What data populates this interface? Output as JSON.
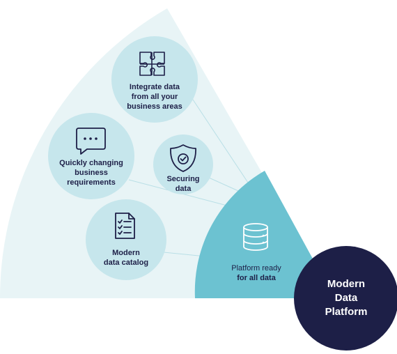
{
  "colors": {
    "fan_light": "#e8f4f6",
    "bubble": "#c6e6ec",
    "teal": "#6cc2d1",
    "navy": "#1d1f47",
    "connector": "#b9dfe6"
  },
  "bubbles": [
    {
      "icon": "puzzle-icon",
      "lines": [
        "Integrate data",
        "from all your",
        "business areas"
      ]
    },
    {
      "icon": "chat-bubble-icon",
      "lines": [
        "Quickly changing",
        "business",
        "requirements"
      ]
    },
    {
      "icon": "shield-check-icon",
      "lines": [
        "Securing",
        "data"
      ]
    },
    {
      "icon": "checklist-icon",
      "lines": [
        "Modern",
        "data catalog"
      ]
    }
  ],
  "platform": {
    "icon": "database-icon",
    "line1": "Platform ready",
    "line2": "for all data"
  },
  "core": {
    "lines": [
      "Modern",
      "Data",
      "Platform"
    ]
  }
}
